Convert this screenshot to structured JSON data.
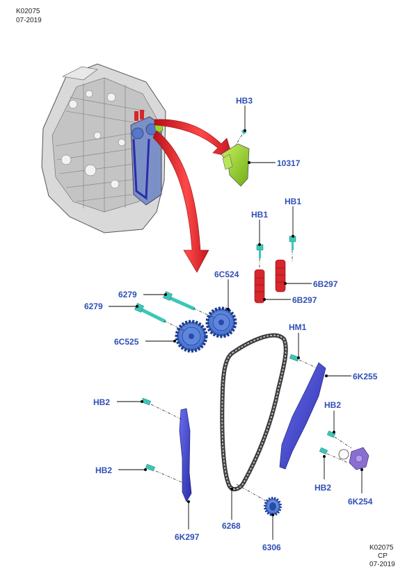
{
  "header": {
    "code": "K02075",
    "date": "07-2019"
  },
  "footer": {
    "code": "K02075",
    "tag": "CP",
    "date": "07-2019"
  },
  "callouts": {
    "hb3": "HB3",
    "p10317": "10317",
    "hb1_left": "HB1",
    "hb1_right": "HB1",
    "p6b297_upper": "6B297",
    "p6b297_lower": "6B297",
    "p6c524": "6C524",
    "p6279_upper": "6279",
    "p6279_lower": "6279",
    "p6c525": "6C525",
    "hm1": "HM1",
    "p6k255": "6K255",
    "hb2_upper_left": "HB2",
    "hb2_lower_left": "HB2",
    "hb2_upper_right": "HB2",
    "hb2_lower_right": "HB2",
    "p6k254": "6K254",
    "p6k297": "6K297",
    "p6268": "6268",
    "p6306": "6306"
  },
  "colors": {
    "callout_text": "#2f4fb5",
    "highlight_arrow": "#e01010",
    "sprocket": "#4a78d6",
    "guide": "#3b3fd0",
    "fastener": "#3cc6b8",
    "tensioner_body": "#d8262d",
    "cover": "#9bd62a",
    "pump": "#8a6fd0"
  }
}
